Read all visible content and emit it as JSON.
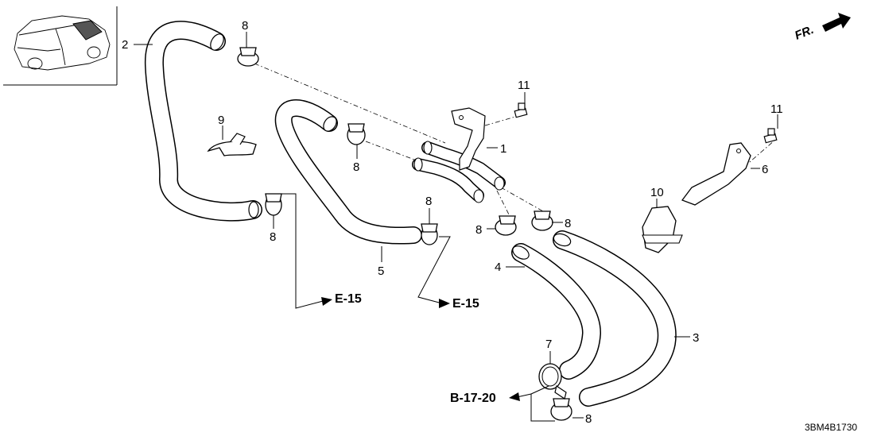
{
  "diagram": {
    "part_labels": [
      "1",
      "2",
      "3",
      "4",
      "5",
      "6",
      "7",
      "8",
      "9",
      "10",
      "11"
    ],
    "clip_label": "8",
    "bolt_label": "11",
    "ref_e15": "E-15",
    "ref_b1720": "B-17-20",
    "front_label": "FR.",
    "diagram_code": "3BM4B1730"
  }
}
